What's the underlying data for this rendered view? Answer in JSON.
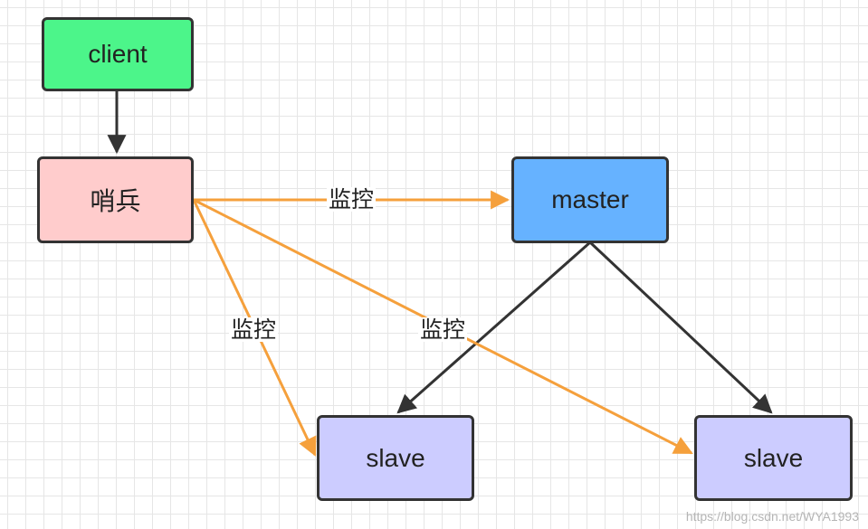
{
  "nodes": {
    "client": {
      "label": "client",
      "color": "#4cf58a"
    },
    "sentinel": {
      "label": "哨兵",
      "color": "#ffcccc"
    },
    "master": {
      "label": "master",
      "color": "#66b2ff"
    },
    "slave_left": {
      "label": "slave",
      "color": "#ccccff"
    },
    "slave_right": {
      "label": "slave",
      "color": "#ccccff"
    }
  },
  "edge_labels": {
    "to_master": "监控",
    "to_slave_left": "监控",
    "to_slave_right": "监控"
  },
  "colors": {
    "monitor_edge": "#f5a03c",
    "replication_edge": "#333333",
    "grid": "#e6e6e6"
  },
  "watermark": "https://blog.csdn.net/WYA1993"
}
